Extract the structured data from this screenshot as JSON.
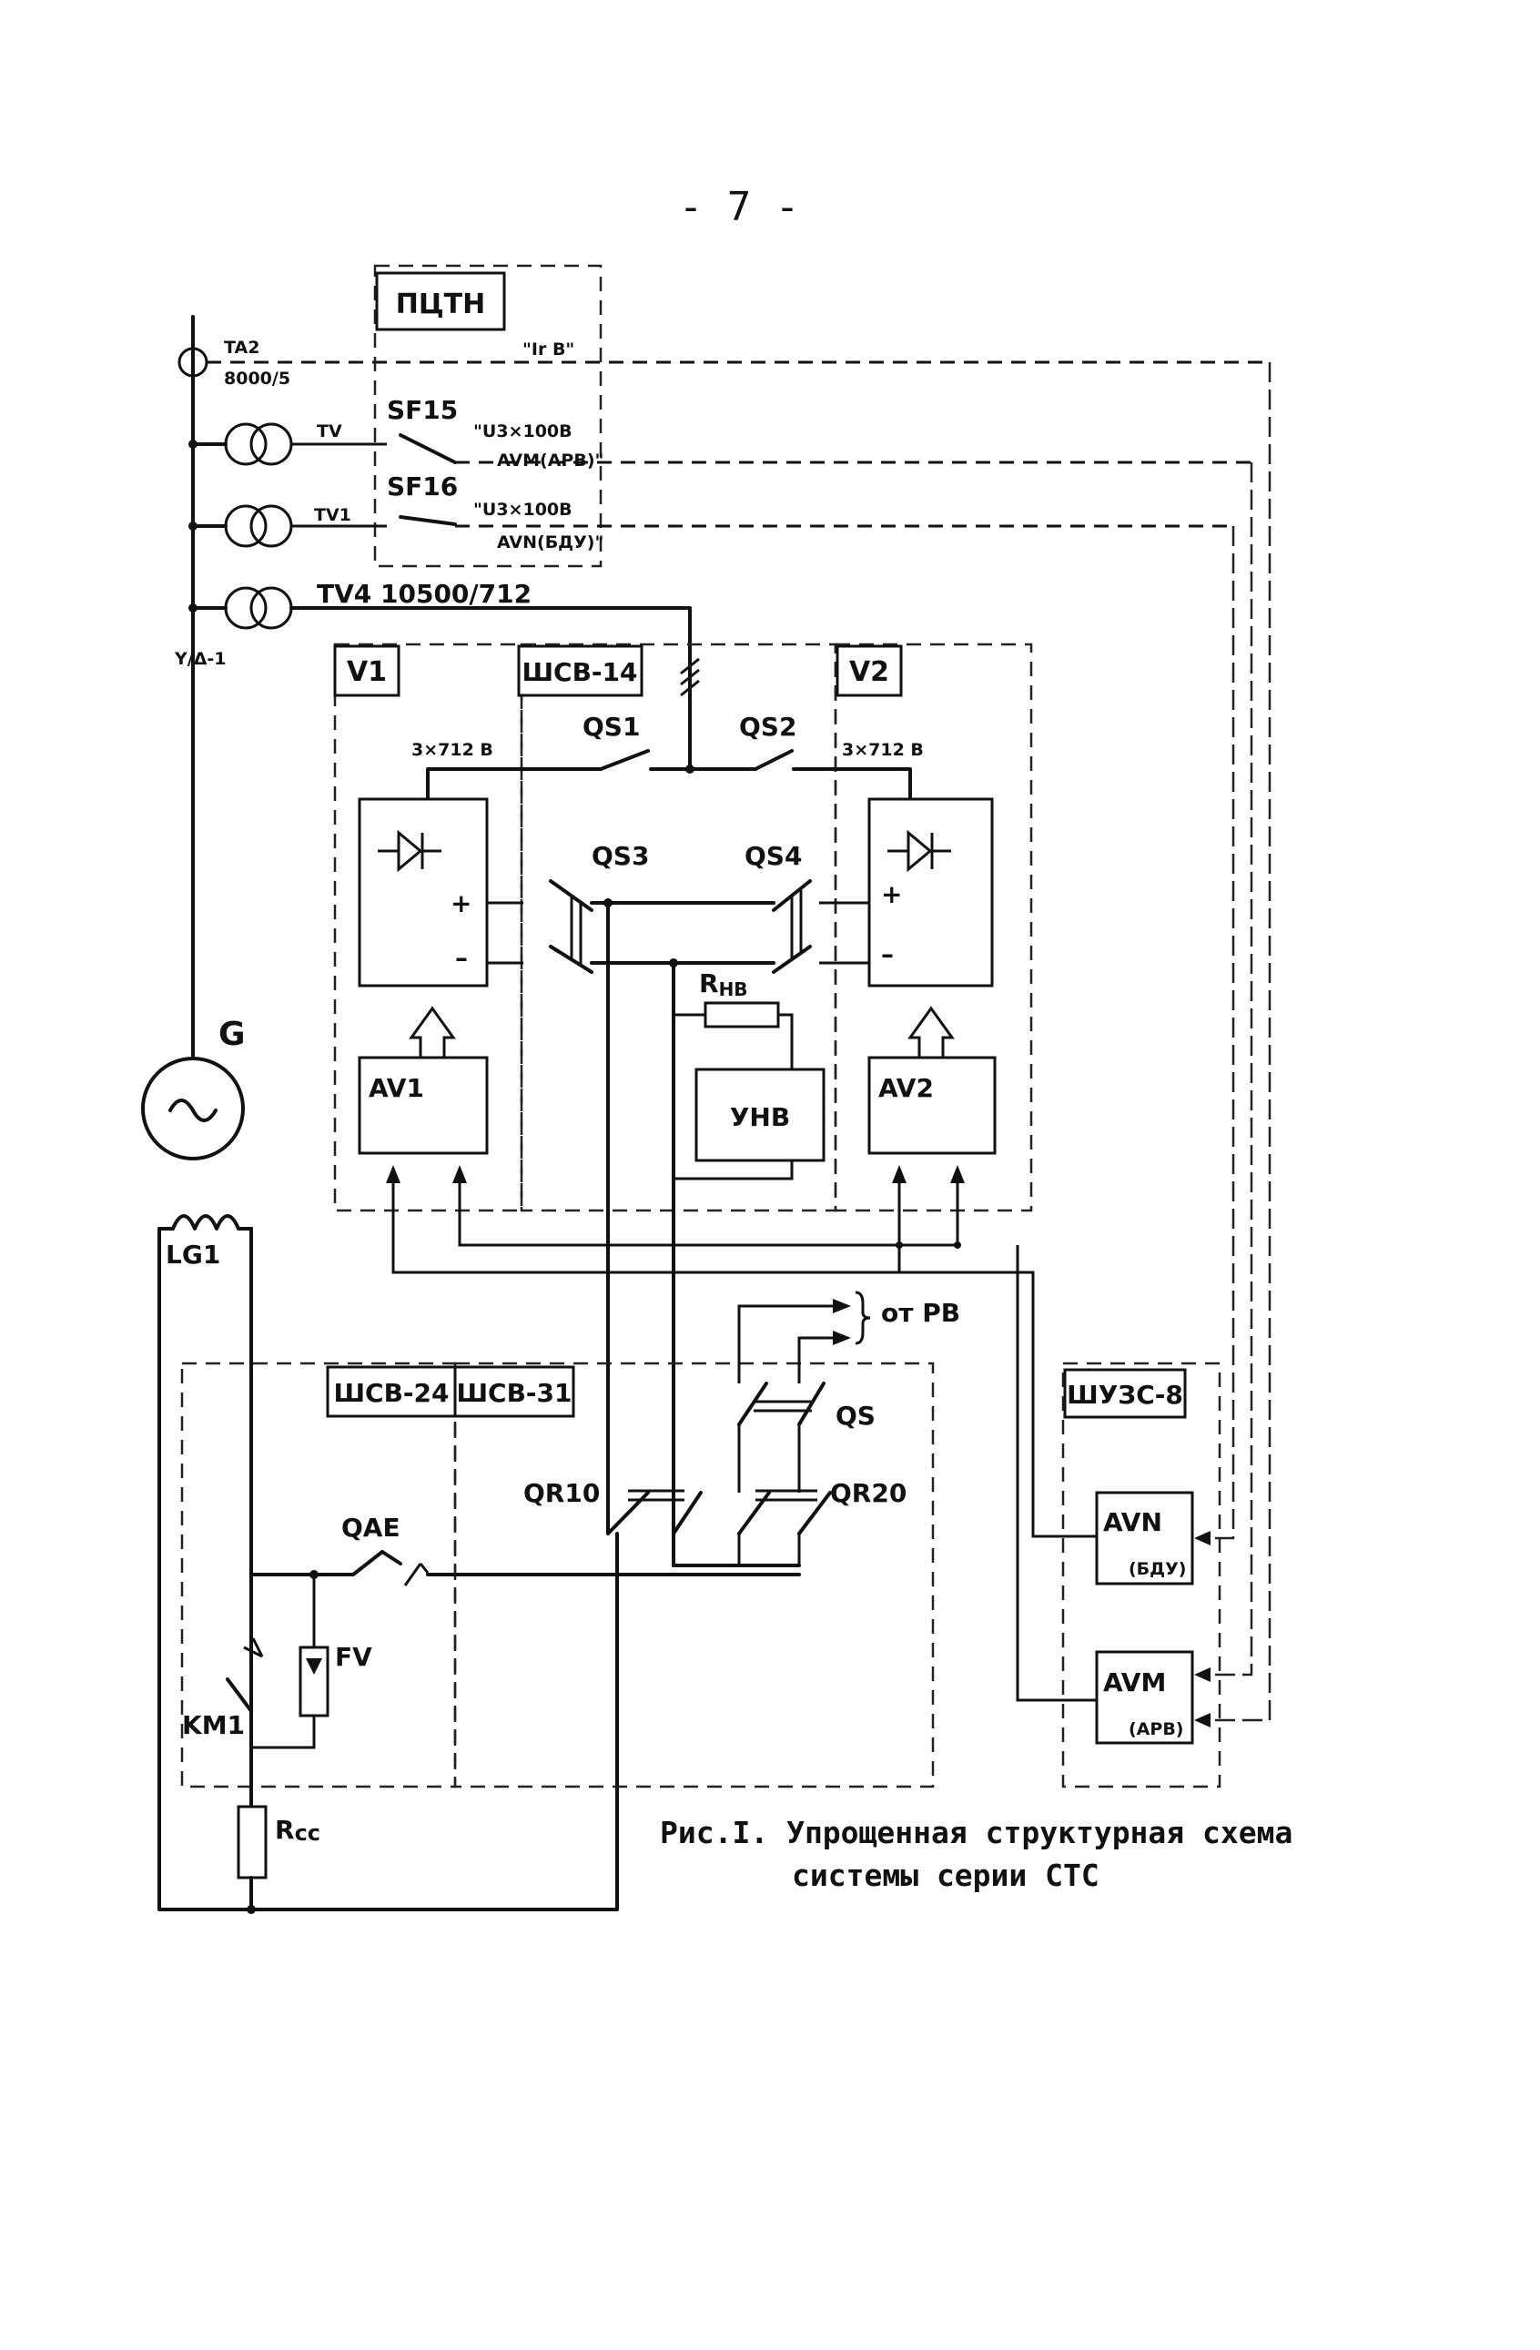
{
  "page_number": "- 7 -",
  "caption": {
    "line1": "Рис.I. Упрощенная структурная схема",
    "line2": "системы серии СТС"
  },
  "labels": {
    "pitn": "ПЦТН",
    "ta2": "TA2",
    "ta2_ratio": "8000/5",
    "irv": "\"Ir B\"",
    "tv": "TV",
    "sf15": "SF15",
    "u3_100b_1": "\"U3×100B",
    "avm_arv_sig": "AVM(APB)\"",
    "tv1": "TV1",
    "sf16": "SF16",
    "u3_100b_2": "\"U3×100B",
    "avn_bdu_sig": "AVN(БДУ)\"",
    "tv4": "TV4  10500/712",
    "y_delta": "Y/Δ-1",
    "v1": "V1",
    "shsv14": "ШСВ-14",
    "v2": "V2",
    "qs1": "QS1",
    "qs2": "QS2",
    "v_left": "3×712 B",
    "v_right": "3×712 B",
    "qs3": "QS3",
    "qs4": "QS4",
    "plus_left": "+",
    "minus_left": "–",
    "plus_right": "+",
    "minus_right": "–",
    "rnv_main": "R",
    "rnv_sub": "НВ",
    "unv": "УНВ",
    "av1": "AV1",
    "av2": "AV2",
    "g": "G",
    "lg1": "LG1",
    "ot_rv": "от РВ",
    "shsv24": "ШСВ-24",
    "shsv31": "ШСВ-31",
    "shuzs8": "ШУЗС-8",
    "qs": "QS",
    "qr10": "QR10",
    "qr20": "QR20",
    "qae": "QAE",
    "fv": "FV",
    "km1": "KM1",
    "rcc_main": "R",
    "rcc_sub": "cc",
    "avn": "AVN",
    "avn_sub": "(БДУ)",
    "avm": "AVM",
    "avm_sub": "(АРВ)"
  }
}
